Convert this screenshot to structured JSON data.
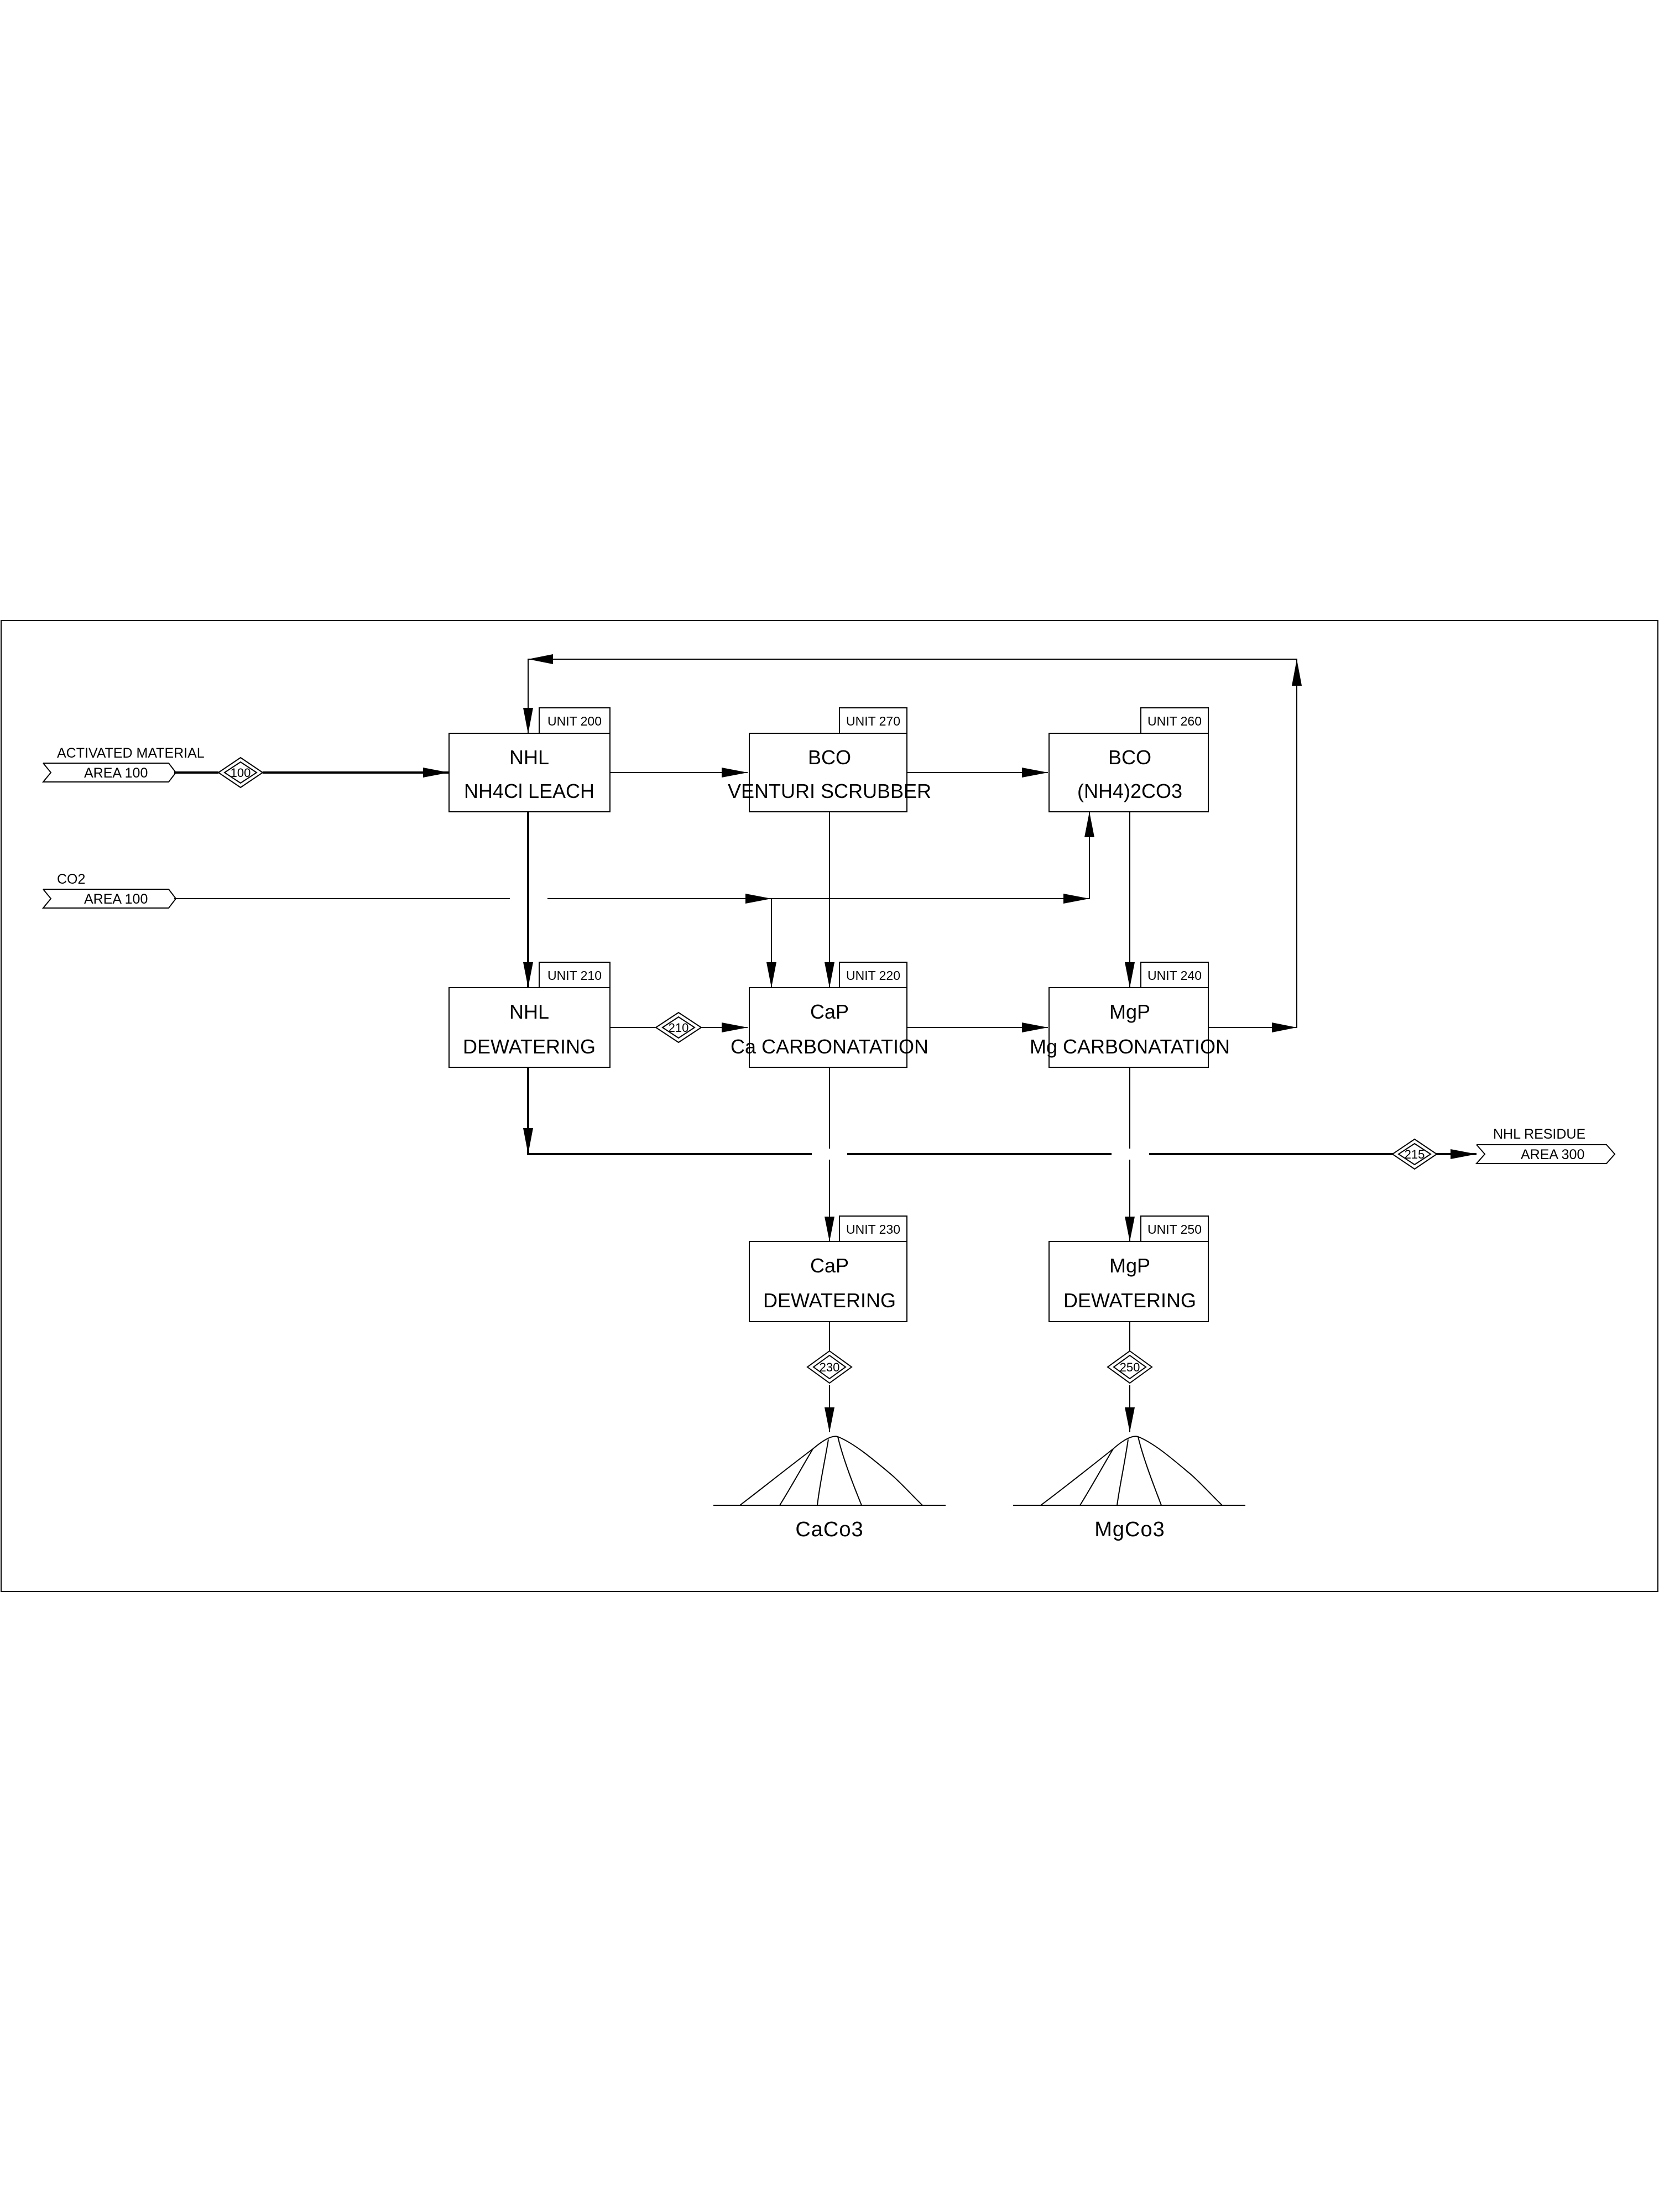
{
  "units": [
    {
      "id": "u200",
      "tag": "UNIT 200",
      "line1": "NHL",
      "line2": "NH4Cl  LEACH"
    },
    {
      "id": "u270",
      "tag": "UNIT 270",
      "line1": "BCO",
      "line2": "VENTURI SCRUBBER"
    },
    {
      "id": "u260",
      "tag": "UNIT 260",
      "line1": "BCO",
      "line2": "(NH4)2CO3"
    },
    {
      "id": "u210",
      "tag": "UNIT 210",
      "line1": "NHL",
      "line2": "DEWATERING"
    },
    {
      "id": "u220",
      "tag": "UNIT 220",
      "line1": "CaP",
      "line2": "Ca  CARBONATATION"
    },
    {
      "id": "u240",
      "tag": "UNIT 240",
      "line1": "MgP",
      "line2": "Mg  CARBONATATION"
    },
    {
      "id": "u230",
      "tag": "UNIT 230",
      "line1": "CaP",
      "line2": "DEWATERING"
    },
    {
      "id": "u250",
      "tag": "UNIT 250",
      "line1": "MgP",
      "line2": "DEWATERING"
    }
  ],
  "streams": {
    "s100": "100",
    "s210": "210",
    "s215": "215",
    "s230": "230",
    "s250": "250"
  },
  "connectors": {
    "activated": {
      "line1": "ACTIVATED  MATERIAL",
      "line2": "AREA  100"
    },
    "co2": {
      "line1": "CO2",
      "line2": "AREA  100"
    },
    "residue": {
      "line1": "NHL  RESIDUE",
      "line2": "AREA  300"
    }
  },
  "products": {
    "caco3": "CaCo3",
    "mgco3": "MgCo3"
  }
}
